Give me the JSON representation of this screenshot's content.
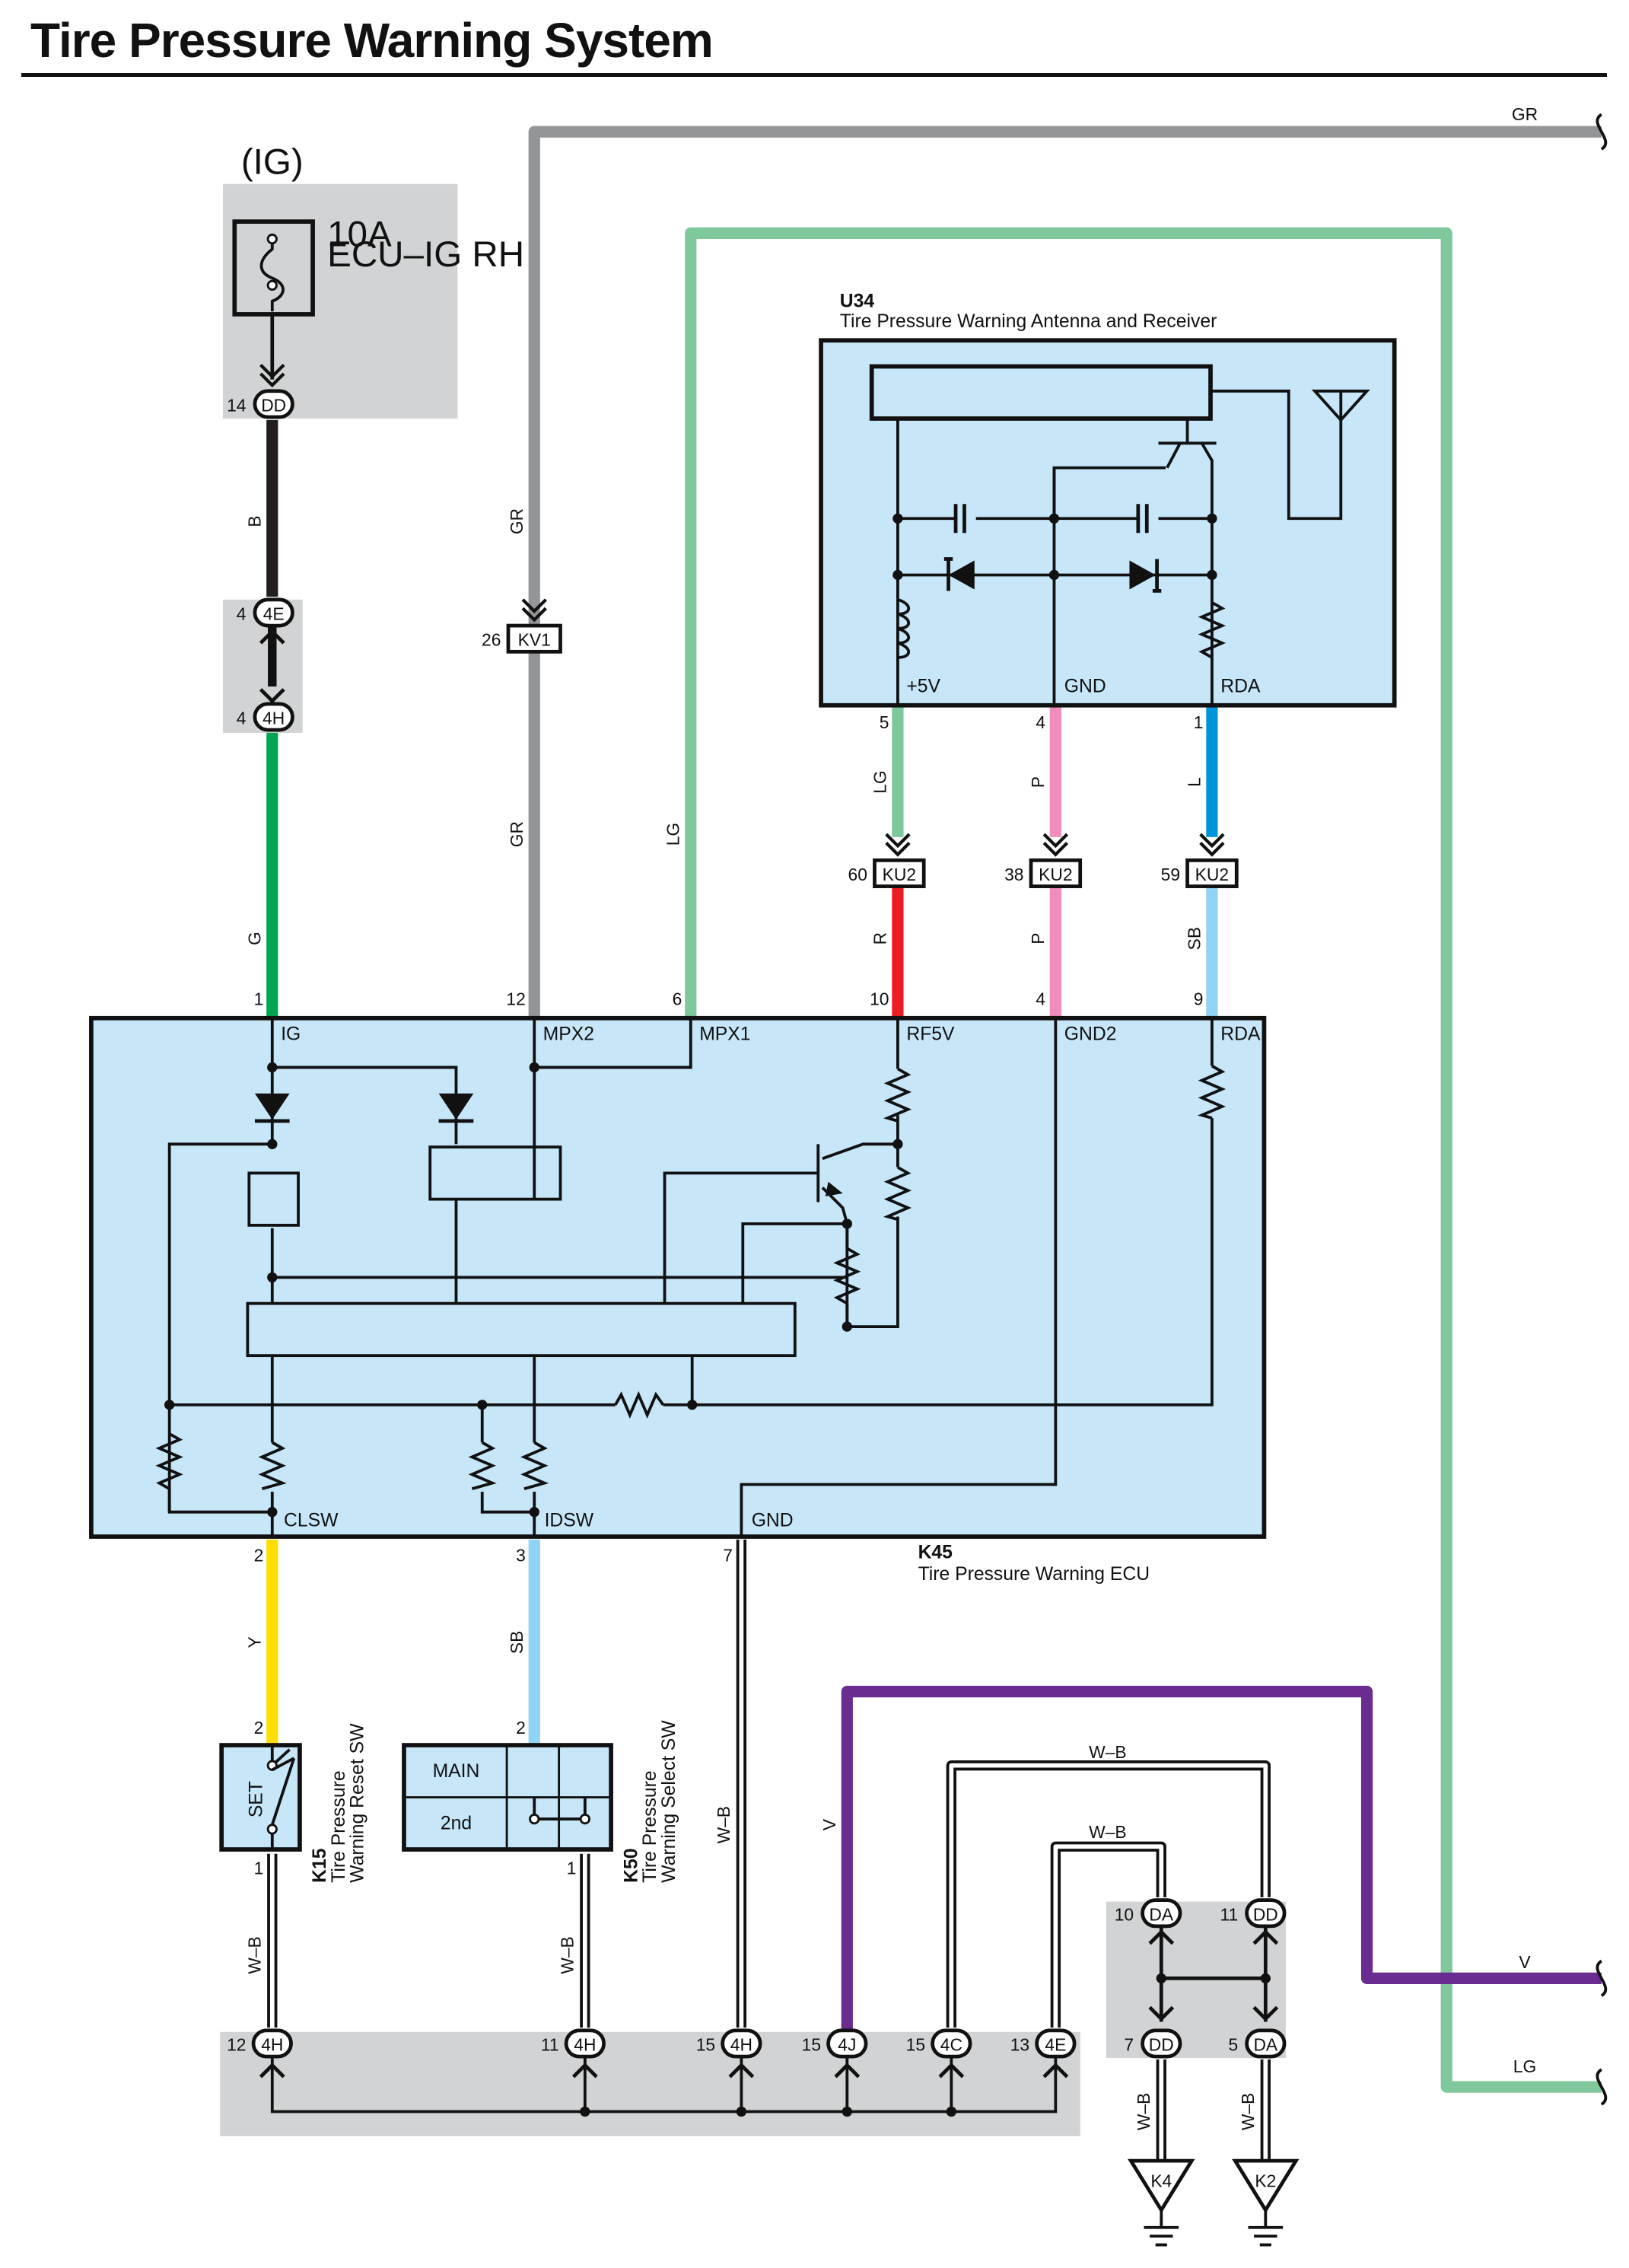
{
  "title": "Tire Pressure Warning System",
  "components": {
    "fuse": {
      "ig": "(IG)",
      "rating": "10A",
      "name": "ECU–IG RH"
    },
    "receiver": {
      "code": "U34",
      "name": "Tire Pressure Warning Antenna and Receiver",
      "pins": [
        {
          "num": "5",
          "label": "+5V"
        },
        {
          "num": "4",
          "label": "GND"
        },
        {
          "num": "1",
          "label": "RDA"
        }
      ]
    },
    "ecu": {
      "code": "K45",
      "name": "Tire Pressure Warning ECU",
      "top_pins": [
        {
          "num": "1",
          "label": "IG"
        },
        {
          "num": "12",
          "label": "MPX2"
        },
        {
          "num": "6",
          "label": "MPX1"
        },
        {
          "num": "10",
          "label": "RF5V"
        },
        {
          "num": "4",
          "label": "GND2"
        },
        {
          "num": "9",
          "label": "RDA"
        }
      ],
      "bottom_pins": [
        {
          "num": "2",
          "label": "CLSW"
        },
        {
          "num": "3",
          "label": "IDSW"
        },
        {
          "num": "7",
          "label": "GND"
        }
      ]
    },
    "reset_sw": {
      "code": "K15",
      "name_line1": "Tire Pressure",
      "name_line2": "Warning Reset SW",
      "set": "SET",
      "pin_top": "2",
      "pin_bot": "1"
    },
    "select_sw": {
      "code": "K50",
      "name_line1": "Tire Pressure",
      "name_line2": "Warning Select SW",
      "main": "MAIN",
      "second": "2nd",
      "pin_top": "2",
      "pin_bot": "1"
    },
    "grounds": [
      {
        "label": "K4"
      },
      {
        "label": "K2"
      }
    ]
  },
  "connectors": {
    "dd14": {
      "pin": "14",
      "code": "DD"
    },
    "e4": {
      "pin": "4",
      "code": "4E"
    },
    "h4": {
      "pin": "4",
      "code": "4H"
    },
    "kv1": {
      "pin": "26",
      "code": "KV1"
    },
    "ku2a": {
      "pin": "60",
      "code": "KU2"
    },
    "ku2b": {
      "pin": "38",
      "code": "KU2"
    },
    "ku2c": {
      "pin": "59",
      "code": "KU2"
    },
    "da10": {
      "pin": "10",
      "code": "DA"
    },
    "dd11": {
      "pin": "11",
      "code": "DD"
    },
    "dd7": {
      "pin": "7",
      "code": "DD"
    },
    "da5": {
      "pin": "5",
      "code": "DA"
    },
    "bottom": [
      {
        "pin": "12",
        "code": "4H"
      },
      {
        "pin": "11",
        "code": "4H"
      },
      {
        "pin": "15",
        "code": "4H"
      },
      {
        "pin": "15",
        "code": "4J"
      },
      {
        "pin": "15",
        "code": "4C"
      },
      {
        "pin": "13",
        "code": "4E"
      }
    ]
  },
  "wires": {
    "b": "B",
    "g": "G",
    "gr": "GR",
    "lg": "LG",
    "p": "P",
    "l": "L",
    "r": "R",
    "sb": "SB",
    "y": "Y",
    "v": "V",
    "wb": "W–B"
  },
  "colors": {
    "gr": "#939598",
    "lg": "#7ec89c",
    "g": "#00a651",
    "b": "#231f20",
    "p": "#f28cbf",
    "l": "#0095da",
    "r": "#ed1c24",
    "sb": "#8fd3f5",
    "y": "#ffdd00",
    "v": "#6b2c91",
    "box": "#c7e6f8",
    "shade": "#d1d3d4"
  }
}
